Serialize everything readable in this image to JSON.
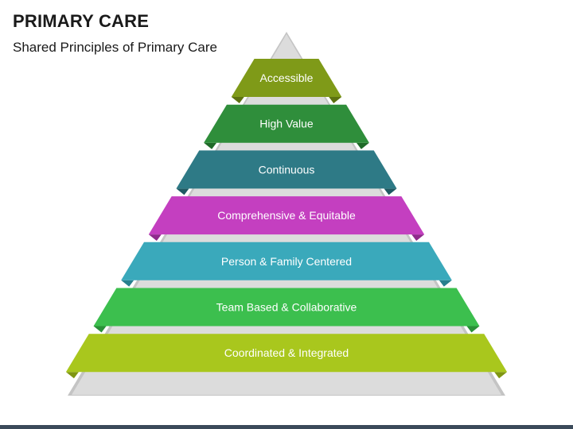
{
  "header": {
    "title": "PRIMARY CARE",
    "subtitle": "Shared Principles of Primary Care"
  },
  "pyramid": {
    "tiers": [
      {
        "label": "Accessible",
        "color": "#7f9a18",
        "fold": "#5d7210"
      },
      {
        "label": "High Value",
        "color": "#2f8e3b",
        "fold": "#1f6a28"
      },
      {
        "label": "Continuous",
        "color": "#2e7a86",
        "fold": "#1f5a63"
      },
      {
        "label": "Comprehensive & Equitable",
        "color": "#c43fc0",
        "fold": "#8f2a8c"
      },
      {
        "label": "Person & Family Centered",
        "color": "#3aa9bb",
        "fold": "#27808e"
      },
      {
        "label": "Team Based & Collaborative",
        "color": "#3cbf4e",
        "fold": "#2a9038"
      },
      {
        "label": "Coordinated & Integrated",
        "color": "#a9c71d",
        "fold": "#7f9612"
      }
    ],
    "base_color": "#dcdcdc",
    "base_shade": "#c4c4c4"
  }
}
